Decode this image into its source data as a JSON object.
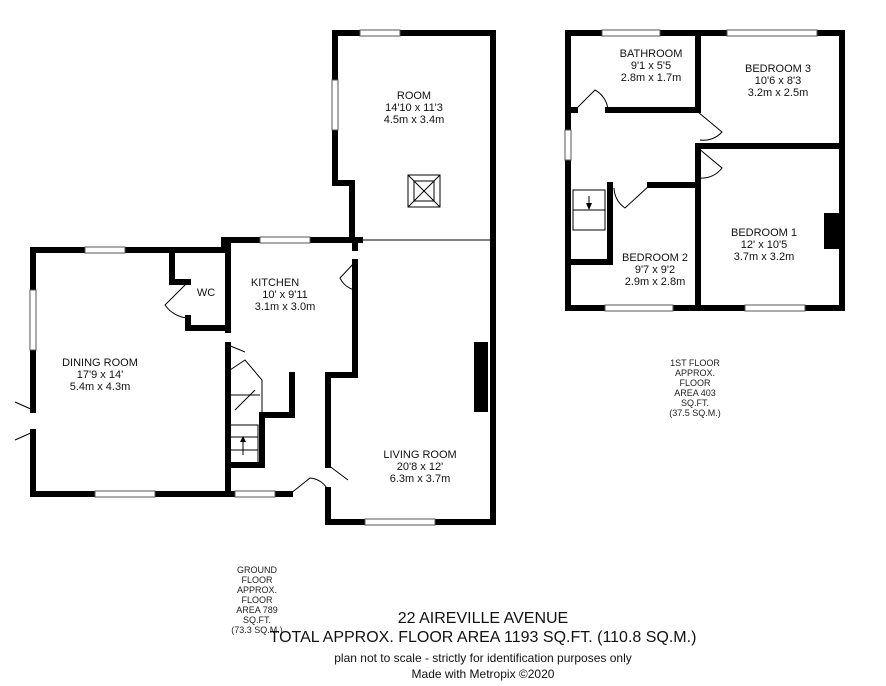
{
  "ground_floor": {
    "rooms": [
      {
        "name": "ROOM",
        "imperial": "14'10 x 11'3",
        "metric": "4.5m x 3.4m"
      },
      {
        "name": "KITCHEN",
        "imperial": "10' x 9'11",
        "metric": "3.1m x 3.0m"
      },
      {
        "name": "WC"
      },
      {
        "name": "DINING ROOM",
        "imperial": "17'9 x 14'",
        "metric": "5.4m x 4.3m"
      },
      {
        "name": "LIVING ROOM",
        "imperial": "20'8 x 12'",
        "metric": "6.3m x 3.7m"
      }
    ],
    "area_lines": [
      "GROUND FLOOR",
      "APPROX. FLOOR",
      "AREA 789 SQ.FT.",
      "(73.3 SQ.M.)"
    ]
  },
  "first_floor": {
    "rooms": [
      {
        "name": "BATHROOM",
        "imperial": "9'1 x 5'5",
        "metric": "2.8m x 1.7m"
      },
      {
        "name": "BEDROOM 3",
        "imperial": "10'6 x 8'3",
        "metric": "3.2m x 2.5m"
      },
      {
        "name": "BEDROOM 1",
        "imperial": "12' x 10'5",
        "metric": "3.7m x 3.2m"
      },
      {
        "name": "BEDROOM 2",
        "imperial": "9'7 x 9'2",
        "metric": "2.9m x 2.8m"
      }
    ],
    "area_lines": [
      "1ST FLOOR",
      "APPROX. FLOOR",
      "AREA 403 SQ.FT.",
      "(37.5 SQ.M.)"
    ]
  },
  "footer": {
    "address": "22 AIREVILLE AVENUE",
    "total": "TOTAL APPROX. FLOOR AREA 1193 SQ.FT. (110.8 SQ.M.)",
    "disclaimer": "plan not to scale - strictly for identification purposes only",
    "credit": "Made with Metropix ©2020"
  }
}
